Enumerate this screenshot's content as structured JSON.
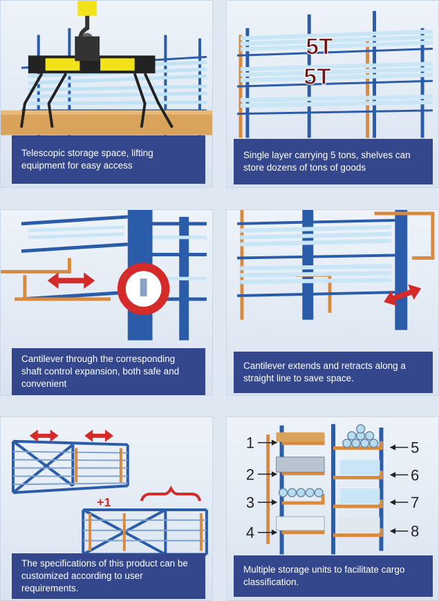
{
  "panels": [
    {
      "id": "telescopic",
      "caption": "Telescopic storage space, lifting equipment for easy access"
    },
    {
      "id": "load",
      "caption": "Single layer carrying 5 tons, shelves can store dozens of tons of goods",
      "load_labels": [
        "5T",
        "5T"
      ]
    },
    {
      "id": "shaft",
      "caption": "Cantilever through the corresponding shaft control expansion, both safe and convenient"
    },
    {
      "id": "retract",
      "caption": "Cantilever extends and retracts along a straight line to save space."
    },
    {
      "id": "custom",
      "caption": "The specifications of this product can be customized according to user requirements.",
      "plus_label": "+1"
    },
    {
      "id": "units",
      "caption": "Multiple storage units to facilitate cargo classification.",
      "unit_numbers": [
        "1",
        "2",
        "3",
        "4",
        "5",
        "6",
        "7",
        "8"
      ]
    }
  ],
  "colors": {
    "caption_bg": "#34478c",
    "rack_blue": "#2a5caa",
    "arm_orange": "#d98a3c",
    "arrow_red": "#d42a2a",
    "crane_yellow": "#f2e21a"
  }
}
